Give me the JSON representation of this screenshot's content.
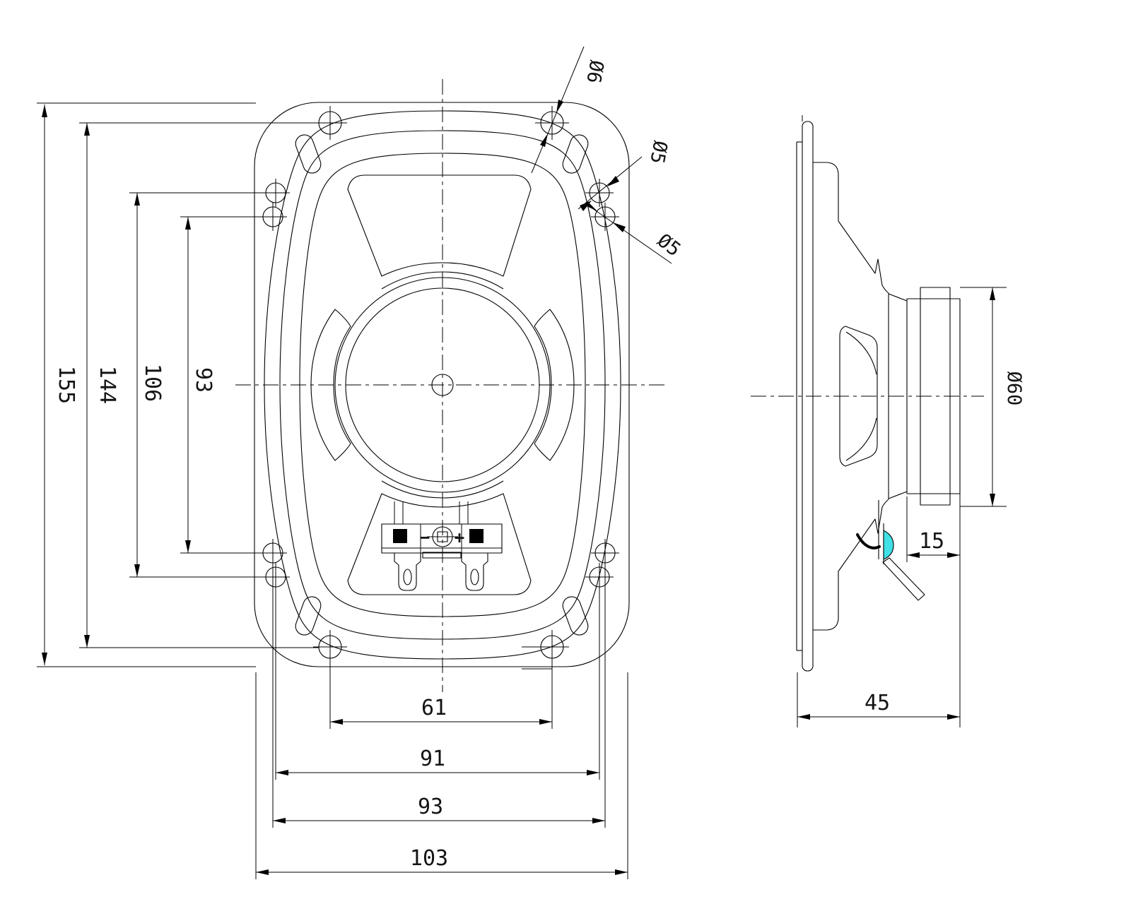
{
  "drawing_title": "oval-speaker-two-view-technical-drawing",
  "colors": {
    "line": "#000000",
    "background": "#ffffff",
    "text": "#141414",
    "dust_cap_highlight": "#3fe0e6"
  },
  "front_view": {
    "vertical_dims": [
      {
        "label": "155"
      },
      {
        "label": "144"
      },
      {
        "label": "106"
      },
      {
        "label": "93"
      }
    ],
    "horizontal_dims": [
      {
        "label": "61"
      },
      {
        "label": "91"
      },
      {
        "label": "93"
      },
      {
        "label": "103"
      }
    ],
    "callouts": [
      {
        "label": "Ø6"
      },
      {
        "label": "Ø5"
      },
      {
        "label": "Ø5"
      }
    ],
    "terminal": {
      "minus_label": "−",
      "plus_label": "+"
    }
  },
  "side_view": {
    "dims": [
      {
        "label": "Ø60"
      },
      {
        "label": "15"
      },
      {
        "label": "45"
      }
    ]
  }
}
